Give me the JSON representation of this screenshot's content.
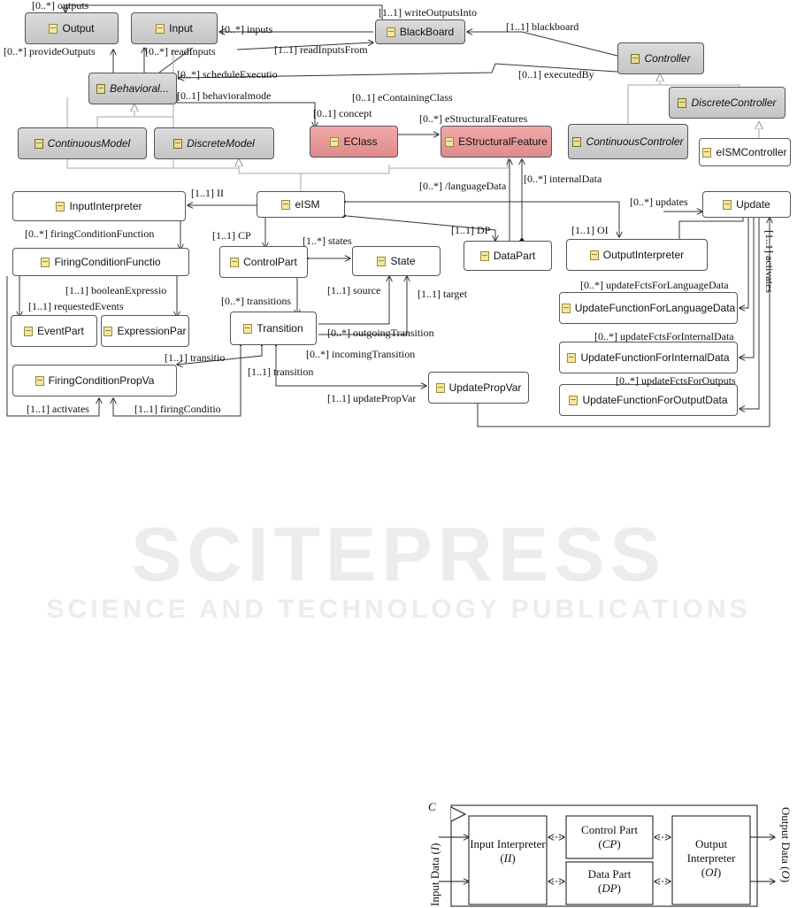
{
  "watermark": {
    "big": "SCITEPRESS",
    "small": "SCIENCE AND TECHNOLOGY PUBLICATIONS"
  },
  "classes": {
    "output": "Output",
    "input": "Input",
    "blackboard": "BlackBoard",
    "controller": "Controller",
    "behavioral": "Behavioral...",
    "discrete_controller": "DiscreteController",
    "continuous_model": "ContinuousModel",
    "discrete_model": "DiscreteModel",
    "eclass": "EClass",
    "estructural_feature": "EStructuralFeature",
    "continuous_controler": "ContinuousControler",
    "eism_controller": "eISMController",
    "input_interpreter": "InputInterpreter",
    "eism": "eISM",
    "update": "Update",
    "firing_condition_function": "FiringConditionFunctio",
    "control_part": "ControlPart",
    "state": "State",
    "data_part": "DataPart",
    "output_interpreter": "OutputInterpreter",
    "event_part": "EventPart",
    "expression_part": "ExpressionPar",
    "transition": "Transition",
    "update_fn_language": "UpdateFunctionForLanguageData",
    "update_fn_internal": "UpdateFunctionForInternalData",
    "firing_condition_prop": "FiringConditionPropVa",
    "update_prop_var": "UpdatePropVar",
    "update_fn_outputs": "UpdateFunctionForOutputData"
  },
  "roles": {
    "outputs": "[0..*] outputs",
    "write_outputs_into": "[1..1] writeOutputsInto",
    "inputs": "[0..*] inputs",
    "blackboard": "[1..1] blackboard",
    "provide_outputs": "[0..*] provideOutputs",
    "read_inputs": "[0..*] readInputs",
    "read_inputs_from": "[1..1] readInputsFrom",
    "schedule_execution": "[0..*] scheduleExecutio",
    "executed_by": "[0..1] executedBy",
    "behavioral_mode": "[0..1] behavioralmode",
    "containing_class": "[0..1] eContainingClass",
    "concept": "[0..1] concept",
    "structural_features": "[0..*] eStructuralFeatures",
    "language_data": "[0..*] /languageData",
    "internal_data": "[0..*] internalData",
    "ii": "[1..1] II",
    "updates": "[0..*] updates",
    "firing_condition_functions": "[0..*] firingConditionFunction",
    "cp": "[1..1] CP",
    "states": "[1..*] states",
    "dp": "[1..1] DP",
    "oi": "[1..1] OI",
    "activates_right": "[1..1] activates",
    "boolean_expression": "[1..1] booleanExpressio",
    "requested_events": "[1..1] requestedEvents",
    "transitions": "[0..*] transitions",
    "source": "[1..1] source",
    "target": "[1..1] target",
    "update_fcts_language": "[0..*] updateFctsForLanguageData",
    "outgoing_transition": "[0..*] outgoingTransition",
    "update_fcts_internal": "[0..*] updateFctsForInternalData",
    "transition_1": "[1..1] transitio",
    "incoming_transition": "[0..*] incomingTransition",
    "transition_2": "[1..1] transition",
    "update_fcts_outputs": "[0..*] updateFctsForOutputs",
    "update_prop_var": "[1..1] updatePropVar",
    "activates": "[1..1] activates",
    "firing_condition": "[1..1] firingConditio"
  },
  "block_diagram": {
    "clock": "C",
    "input_interpreter": {
      "name": "Input Interpreter",
      "abbr": "II"
    },
    "control_part": {
      "name": "Control Part",
      "abbr": "CP"
    },
    "data_part": {
      "name": "Data Part",
      "abbr": "DP"
    },
    "output_interpreter": {
      "name": "Output Interpreter",
      "abbr": "OI"
    },
    "input_data": {
      "name": "Input Data",
      "abbr": "I"
    },
    "output_data": {
      "name": "Output Data",
      "abbr": "O"
    }
  }
}
